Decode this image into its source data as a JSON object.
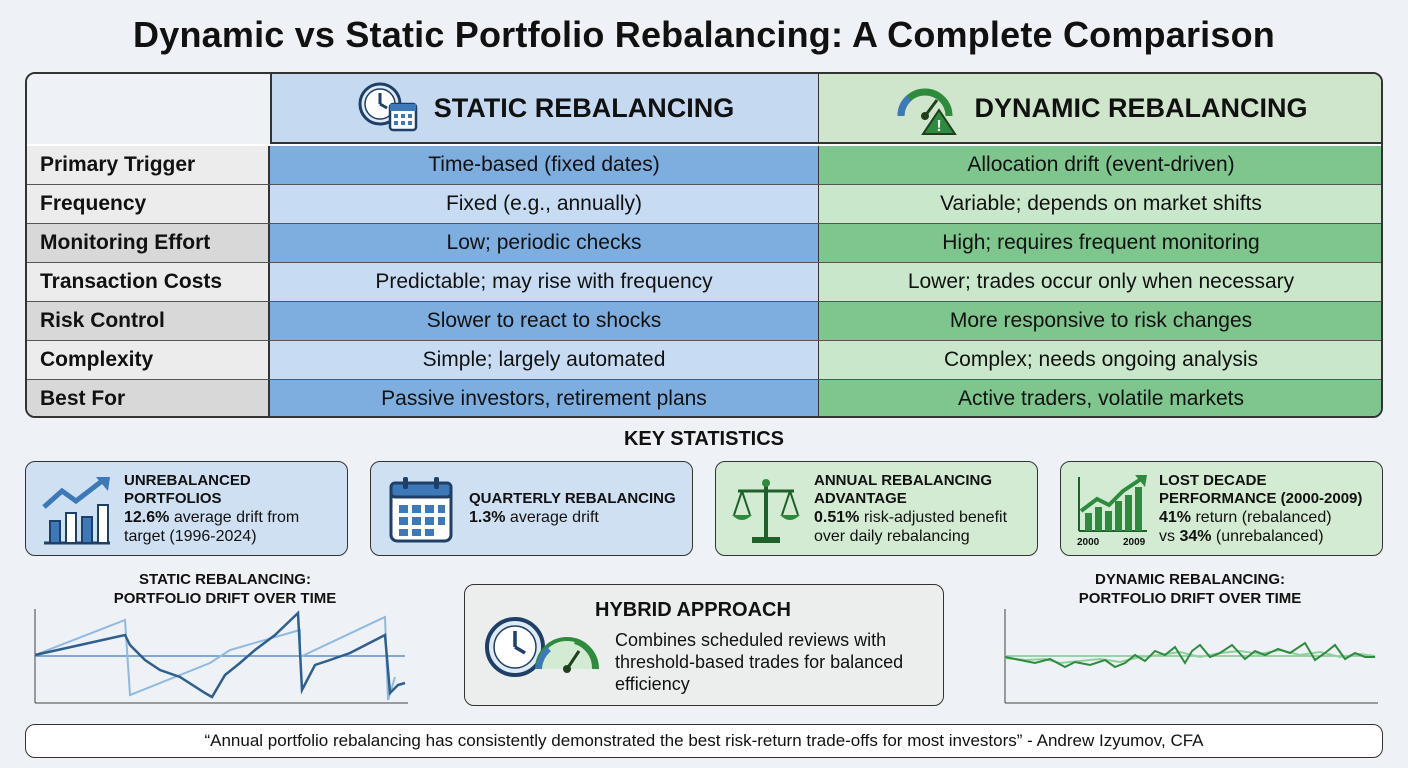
{
  "title": "Dynamic vs Static Portfolio Rebalancing: A Complete Comparison",
  "table": {
    "static_header": "STATIC REBALANCING",
    "dynamic_header": "DYNAMIC REBALANCING",
    "rows": [
      {
        "label": "Primary Trigger",
        "static": "Time-based (fixed dates)",
        "dynamic": "Allocation drift (event-driven)"
      },
      {
        "label": "Frequency",
        "static": "Fixed (e.g., annually)",
        "dynamic": "Variable; depends on market shifts"
      },
      {
        "label": "Monitoring Effort",
        "static": "Low; periodic checks",
        "dynamic": "High; requires frequent monitoring"
      },
      {
        "label": "Transaction Costs",
        "static": "Predictable; may rise with frequency",
        "dynamic": "Lower; trades occur only when necessary"
      },
      {
        "label": "Risk Control",
        "static": "Slower to react to shocks",
        "dynamic": "More responsive to risk changes"
      },
      {
        "label": "Complexity",
        "static": "Simple; largely automated",
        "dynamic": "Complex; needs ongoing analysis"
      },
      {
        "label": "Best For",
        "static": "Passive investors, retirement plans",
        "dynamic": "Active traders, volatile markets"
      }
    ]
  },
  "key_stats": {
    "title": "KEY STATISTICS",
    "items": [
      {
        "heading": "UNREBALANCED PORTFOLIOS",
        "value": "12.6%",
        "text": " average drift from target (1996-2024)",
        "icon": "growth-chart-icon"
      },
      {
        "heading": "QUARTERLY REBALANCING",
        "value": "1.3%",
        "text": " average drift",
        "icon": "calendar-icon"
      },
      {
        "heading": "ANNUAL REBALANCING ADVANTAGE",
        "value": "0.51%",
        "text": " risk-adjusted benefit over daily rebalancing",
        "icon": "scale-icon"
      },
      {
        "heading": "LOST DECADE PERFORMANCE (2000-2009)",
        "value": "41%",
        "text": " return (rebalanced)",
        "value2": "34%",
        "text2": " (unrebalanced)",
        "prefix2": "vs ",
        "icon": "bar-growth-icon",
        "year_start": "2000",
        "year_end": "2009"
      }
    ]
  },
  "static_chart": {
    "title_line1": "STATIC REBALANCING:",
    "title_line2": "PORTFOLIO DRIFT OVER TIME"
  },
  "dynamic_chart": {
    "title_line1": "DYNAMIC REBALANCING:",
    "title_line2": "PORTFOLIO DRIFT OVER TIME"
  },
  "hybrid": {
    "heading": "HYBRID APPROACH",
    "body": "Combines scheduled reviews with threshold-based trades for balanced efficiency"
  },
  "quote": "“Annual portfolio rebalancing has consistently demonstrated the best risk-return trade-offs for most investors” - Andrew Izyumov, CFA",
  "colors": {
    "static_blue": "#7eaee0",
    "dynamic_green": "#7fc58e",
    "dark_blue": "#2f5f8f",
    "dark_green": "#2e8b3e"
  }
}
